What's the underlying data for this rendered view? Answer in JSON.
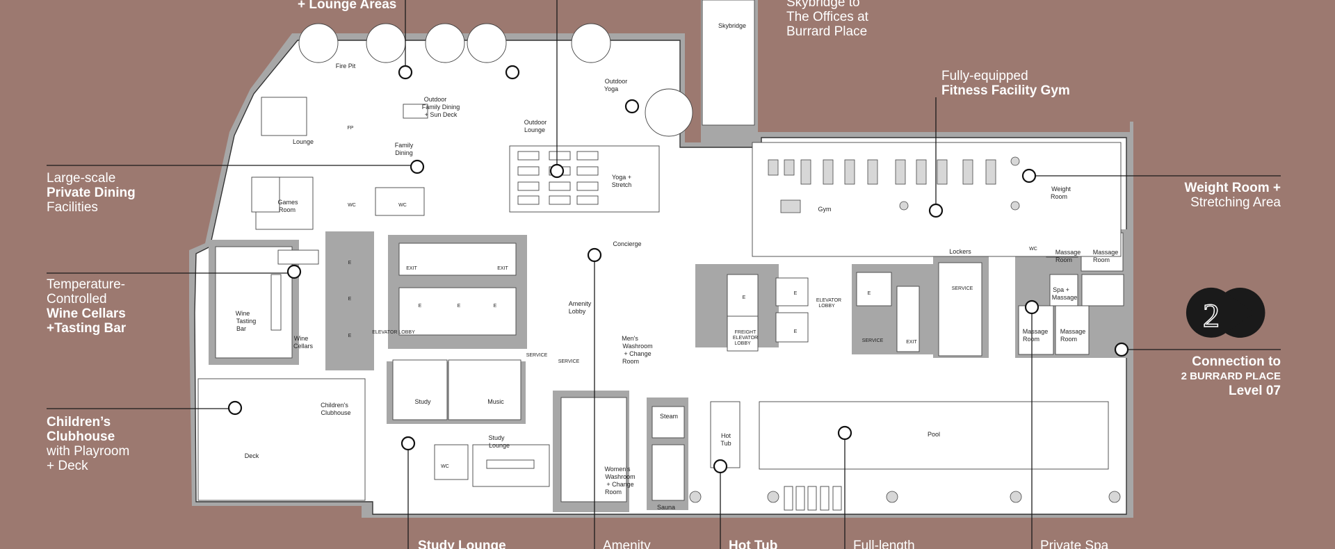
{
  "callouts": {
    "top_left": "+ Lounge Areas",
    "skybridge_l1": "Skybridge to",
    "skybridge_l2": "The Offices at",
    "skybridge_l3": "Burrard Place",
    "fitness_l1": "Fully-equipped",
    "fitness_l2": "Fitness Facility Gym",
    "dining_l1": "Large-scale",
    "dining_l2": "Private Dining",
    "dining_l3": "Facilities",
    "wine_l1": "Temperature-",
    "wine_l2": "Controlled",
    "wine_l3": "Wine Cellars",
    "wine_l4": "+Tasting Bar",
    "children_l1": "Children’s",
    "children_l2": "Clubhouse",
    "children_l3": "with Playroom",
    "children_l4": "+ Deck",
    "weight_l1": "Weight Room +",
    "weight_l2": "Stretching Area",
    "connection_l1": "Connection to",
    "connection_l2": "2 BURRARD PLACE",
    "connection_l3": "Level 07",
    "bottom_study": "Study Lounge",
    "bottom_amenity": "Amenity",
    "bottom_hottub": "Hot Tub",
    "bottom_full": "Full-length",
    "bottom_spa": "Private Spa"
  },
  "rooms": {
    "skybridge": "Skybridge",
    "fire_pit": "Fire Pit",
    "outdoor_family_dining_1": "Outdoor",
    "outdoor_family_dining_2": "Family Dining",
    "outdoor_family_dining_3": "+ Sun Deck",
    "outdoor_yoga_1": "Outdoor",
    "outdoor_yoga_2": "Yoga",
    "outdoor_lounge_1": "Outdoor",
    "outdoor_lounge_2": "Lounge",
    "lounge": "Lounge",
    "fp": "FP",
    "family_dining_1": "Family",
    "family_dining_2": "Dining",
    "games_room_1": "Games",
    "games_room_2": "Room",
    "wc": "WC",
    "yoga_stretch_1": "Yoga +",
    "yoga_stretch_2": "Stretch",
    "gym": "Gym",
    "weight_room_1": "Weight",
    "weight_room_2": "Room",
    "concierge": "Concierge",
    "exit": "EXIT",
    "e": "E",
    "elevator_lobby": "ELEVATOR LOBBY",
    "amenity_lobby_1": "Amenity",
    "amenity_lobby_2": "Lobby",
    "wine_tasting_bar_1": "Wine",
    "wine_tasting_bar_2": "Tasting",
    "wine_tasting_bar_3": "Bar",
    "wine_cellars_1": "Wine",
    "wine_cellars_2": "Cellars",
    "service": "SERVICE",
    "mens_washroom_1": "Men's",
    "mens_washroom_2": "Washroom",
    "mens_washroom_3": "+ Change",
    "mens_washroom_4": "Room",
    "freight_1": "FREIGHT",
    "freight_2": "ELEVATOR",
    "freight_3": "LOBBY",
    "elevator_lobby_2a": "ELEVATOR",
    "elevator_lobby_2b": "LOBBY",
    "lockers": "Lockers",
    "massage_room_1": "Massage",
    "massage_room_2": "Room",
    "spa_massage_1": "Spa +",
    "spa_massage_2": "Massage",
    "study": "Study",
    "music": "Music",
    "childrens_clubhouse_1": "Children's",
    "childrens_clubhouse_2": "Clubhouse",
    "deck": "Deck",
    "study_lounge_1": "Study",
    "study_lounge_2": "Lounge",
    "steam": "Steam",
    "womens_washroom_1": "Women's",
    "womens_washroom_2": "Washroom",
    "womens_washroom_3": "+ Change",
    "womens_washroom_4": "Room",
    "sauna": "Sauna",
    "hot_tub_1": "Hot",
    "hot_tub_2": "Tub",
    "pool": "Pool"
  },
  "level_badge": "2",
  "colors": {
    "background": "#9c7970",
    "wall": "#a7a7a7",
    "floor": "#ffffff",
    "text_light": "#ffffff",
    "badge": "#1a1a1a"
  }
}
